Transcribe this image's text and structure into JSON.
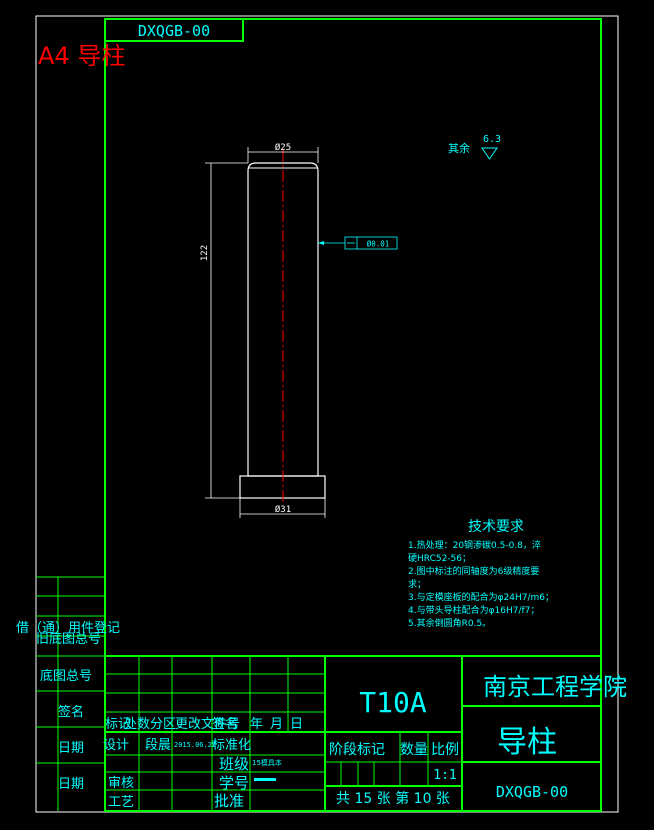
{
  "colors": {
    "background": "#000000",
    "frame": "#00ff00",
    "cyan": "#00ffff",
    "white": "#ffffff",
    "red": "#ff0000"
  },
  "drawing_number_top": "DXQGB-00",
  "sheet_label": "A4 导柱",
  "roughness": {
    "label": "其余",
    "value": "6.3"
  },
  "dimensions": {
    "top_diameter": "Ø25",
    "length": "122",
    "base_diameter": "Ø31",
    "tolerance_frame": "Ø0.01"
  },
  "tech_requirements": {
    "title": "技术要求",
    "items": [
      "1.热处理：20钢渗碳0.5-0.8，淬",
      "硬HRC52-56；",
      "2.图中标注的同轴度为6级精度要",
      "求；",
      "3.与定模座板的配合为φ24H7/m6；",
      "4.与带头导柱配合为φ16H7/f7；",
      "5.其余倒圆角R0.5。"
    ]
  },
  "left_column": {
    "label1": "借（通）用件登记",
    "label2": "旧底图总号",
    "label3": "底图总号",
    "label4": "签名",
    "label5": "日期",
    "label6": "日期"
  },
  "title_block": {
    "material": "T10A",
    "school": "南京工程学院",
    "part_name": "导柱",
    "drawing_number": "DXQGB-00",
    "header_labels": [
      "标记",
      "处数",
      "分区",
      "更改文件号",
      "签名",
      "年",
      "月",
      "日"
    ],
    "row_design": "设计",
    "row_design_name": "段晨",
    "row_design_date": "2015.06.25",
    "row_standard": "标准化",
    "row_check": "审核",
    "row_process": "工艺",
    "row_class_label": "班级",
    "row_class_value": "15模具本",
    "row_approve": "批准",
    "row_student_label": "学号",
    "stage_mark": "阶段标记",
    "quantity": "数量",
    "scale_label": "比例",
    "scale_value": "1:1",
    "sheets": "共 15 张 第 10 张"
  }
}
